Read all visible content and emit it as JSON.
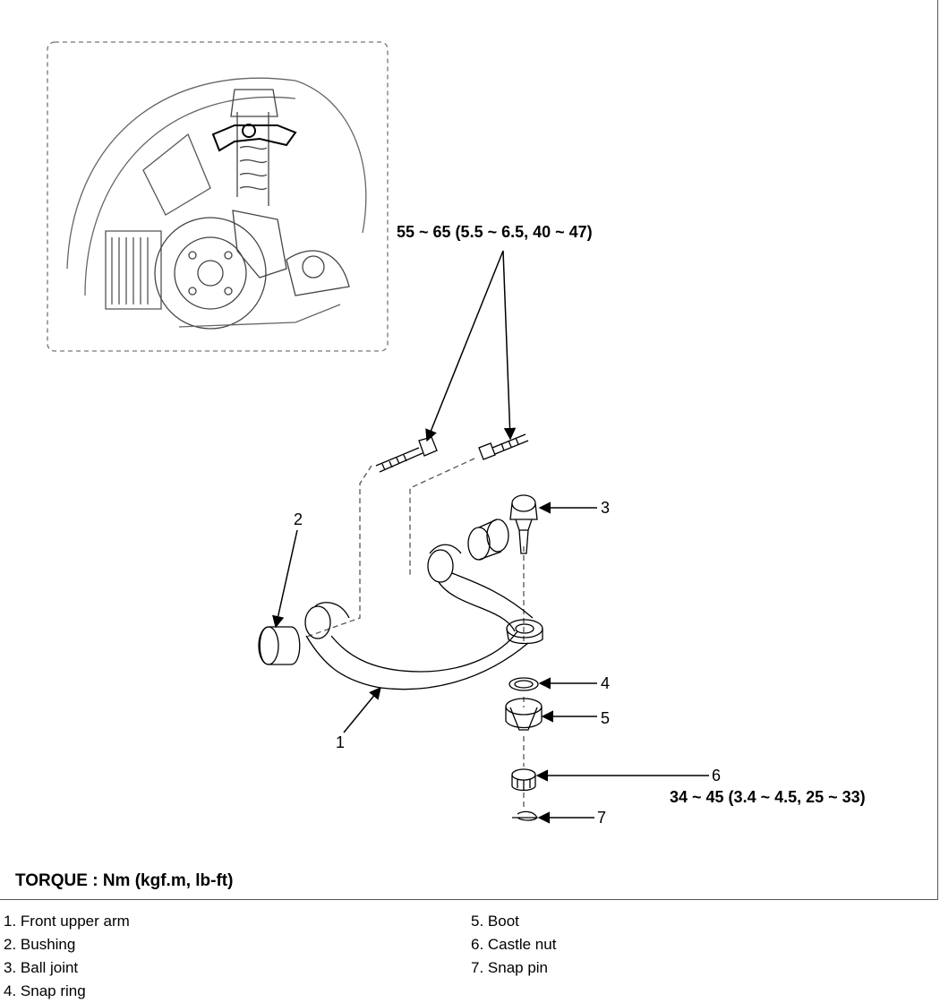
{
  "callouts": {
    "bolt_torque": "55 ~ 65 (5.5 ~ 6.5, 40 ~ 47)",
    "nut_torque": "34 ~ 45 (3.4 ~ 4.5, 25 ~ 33)",
    "n1": "1",
    "n2": "2",
    "n3": "3",
    "n4": "4",
    "n5": "5",
    "n6": "6",
    "n7": "7"
  },
  "torque_title": "TORQUE : Nm (kgf.m, lb-ft)",
  "legend": {
    "left": [
      "1. Front upper arm",
      "2. Bushing",
      "3. Ball joint",
      "4. Snap ring"
    ],
    "right": [
      "5. Boot",
      "6. Castle nut",
      "7. Snap pin"
    ]
  }
}
